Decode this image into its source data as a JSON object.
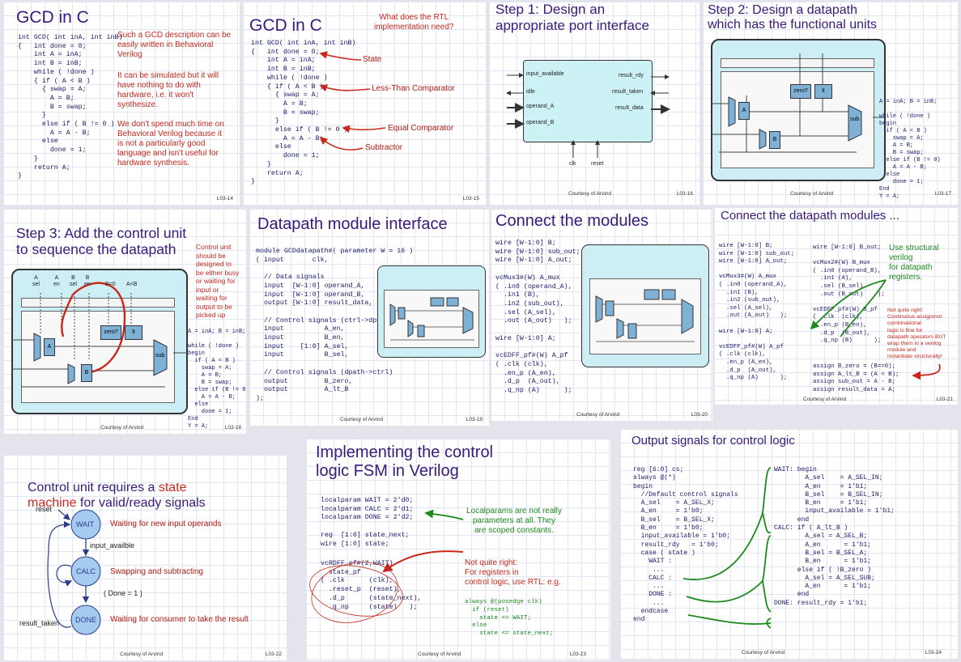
{
  "slides": {
    "s14": {
      "title": "GCD  in C",
      "code": "int GCD( int inA, int inB)\n{   int done = 0;\n    int A = inA;\n    int B = inB;\n    while ( !done )\n    { if ( A < B )\n      { swap = A;\n        A = B;\n        B = swap;\n      }\n      else if ( B != 0 )\n        A = A - B;\n      else\n        done = 1;\n    }\n    return A;\n}",
      "note1": "Such a GCD description can be\neasily written in Behavioral\nVerilog",
      "note2": "It can be simulated but it will\nhave nothing to do with\nhardware, i.e. it won't\nsynthesize.",
      "note3": "We don't spend much time on\nBehavioral Verilog because it\nis not a particularly good\nlanguage and isn't useful for\nhardware synthesis.",
      "number": "L03-14"
    },
    "s15": {
      "title": "GCD  in C",
      "question": "What does the RTL\nimplementation need?",
      "code": "int GCD( int inA, int inB)\n{   int done = 0;\n    int A = inA;\n    int B = inB;\n    while ( !done )\n    { if ( A < B )\n      { swap = A;\n        A = B;\n        B = swap;\n      }\n      else if ( B != 0 )\n        A = A - B;\n      else\n        done = 1;\n    }\n    return A;\n}",
      "labels": [
        "State",
        "Less-Than Comparator",
        "Equal Comparator",
        "Subtractor"
      ],
      "number": "L03-15"
    },
    "s16": {
      "title": "Step 1: Design an\nappropriate port interface",
      "ports_left": [
        "input_available",
        "idle",
        "operand_A",
        "operand_B"
      ],
      "ports_right": [
        "result_rdy",
        "result_taken",
        "result_data"
      ],
      "ports_bottom": [
        "clk",
        "reset"
      ],
      "courtesy": "Courtesy of Arvind",
      "number": "L03-16"
    },
    "s17": {
      "title": "Step 2:  Design a datapath\nwhich has the functional units",
      "blocks": {
        "a": "A",
        "b": "B",
        "zero": "zero?",
        "lt": "lt",
        "sub": "sub"
      },
      "code": "A = inA; B = inB;\n\nwhile ( !done )\nbegin\n  if ( A < B )\n    swap = A;\n    A = B;\n    B = swap;\n  else if (B != 0)\n    A = A - B;\n  else\n    done = 1;\nEnd\nY = A;",
      "courtesy": "Courtesy of Arvind",
      "number": "L03-17"
    },
    "s18": {
      "title": "Step 3: Add the control unit\nto sequence the datapath",
      "note": "Control unit\nshould be\ndesigned to\nbe either busy\nor waiting for\ninput or\nwaiting for\noutput to be\npicked up",
      "signals": [
        "A",
        "sel",
        "A",
        "en",
        "B",
        "sel",
        "B",
        "en",
        "B=0",
        "A<B"
      ],
      "blocks": {
        "a": "A",
        "b": "B",
        "zero": "zero?",
        "lt": "lt",
        "sub": "sub"
      },
      "code": "A = inA; B = inB;\n\nwhile ( !done )\nbegin\n  if ( A < B )\n    swap = A;\n    A = B;\n    B = swap;\n  else if (B != 0)\n    A = A - B;\n  else\n    done = 1;\nEnd\nY = A;",
      "courtesy": "Courtesy of Arvind",
      "number": "L03-18"
    },
    "s19": {
      "title": "Datapath module interface",
      "code": "module GCDdatapath#( parameter W = 16 )\n( input       clk,\n\n  // Data signals\n  input  [W-1:0] operand_A,\n  input  [W-1:0] operand_B,\n  output [W-1:0] result_data,\n\n  // Control signals (ctrl->dpath)\n  input          A_en,\n  input          B_en,\n  input    [1:0] A_sel,\n  input          B_sel,\n\n  // Control signals (dpath->ctrl)\n  output         B_zero,\n  output         A_lt_B\n);",
      "courtesy": "Courtesy of Arvind",
      "number": "L03-19"
    },
    "s20": {
      "title": "Connect the modules",
      "code": "wire [W-1:0] B;\nwire [W-1:0] sub_out;\nwire [W-1:0] A_out;\n\nvcMux3#(W) A_mux\n( .in0 (operand_A),\n  .in1 (B),\n  .in2 (sub_out),\n  .sel (A_sel),\n  .out (A_out)   );\n\nwire [W-1:0] A;\n\nvcEDFF_pf#(W) A_pf\n( .clk (clk),\n  .en_p (A_en),\n  .d_p  (A_out),\n  .q_np (A)      );",
      "courtesy": "Courtesy of Arvind",
      "number": "L03-20"
    },
    "s21": {
      "title": "Connect the datapath modules ...",
      "code_left": "wire [W-1:0] B;\nwire [W-1:0] sub_out;\nwire [W-1:0] A_out;\n\nvcMux3#(W) A_mux\n( .in0 (operand_A),\n  .in1 (B),\n  .in2 (sub_out),\n  .sel (A_sel),\n  .out (A_out)   );\n\nwire [W-1:0] A;\n\nvcEDFF_pf#(W) A_pf\n( .clk (clk),\n  .en_p (A_en),\n  .d_p  (A_out),\n  .q_np (A)      );",
      "code_right_top": "wire [W-1:0] B_out;\n\nvcMux2#(W) B_mux\n( .in0 (operand_B),\n  .in1 (A),\n  .sel (B_sel),\n  .out (B_out)    );\n\nvcEDFF_pf#(W) B_pf\n( .clk  (clk),\n  .en_p (B_en),\n  .d_p  (B_out),\n  .q_np (B)      );",
      "code_right_bottom": "assign B_zero = (B==0);\nassign A_lt_B = (A < B);\nassign sub_out = A - B;\nassign result_data = A;",
      "green_note": "Use structural\nverilog\nfor datapath\nregisters.",
      "red_note": "Not quite right:\nContinuous assignmnt\ncombinational\nlogic is fine for\ndatapath operators BUT\nwrap them in a verilog\nmodule and\ninstantiate structurally!",
      "courtesy": "Courtesy of Arvind",
      "number": "L03-21"
    },
    "s22": {
      "title_part1": "Control unit requires a ",
      "title_part2": "state\nmachine",
      "title_part3": " for valid/ready signals",
      "states": [
        "WAIT",
        "CALC",
        "DONE"
      ],
      "transitions": {
        "reset": "reset",
        "input": "input_availble",
        "done": "( Done = 1 )",
        "taken": "result_taken"
      },
      "descriptions": [
        "Waiting for new input operands",
        "Swapping and subtracting",
        "Waiting for consumer to take the result"
      ],
      "courtesy": "Courtesy of Arvind",
      "number": "L03-22"
    },
    "s23": {
      "title": "Implementing the control\nlogic FSM in Verilog",
      "code1": "localparam WAIT = 2'd0;\nlocalparam CALC = 2'd1;\nlocalparam DONE = 2'd2;\n\nreg  [1:0] state_next;\nwire [1:0] state;",
      "code2": "vcRDFF_pf#(2,WAIT)\n  state_pf\n( .clk      (clk),\n  .reset_p  (reset),\n  .d_p      (state_next),\n  .q_np     (state)   );",
      "green_note": "Localparams are not really\nparameters at all. They\nare scoped constants.",
      "red_note": "Not quite right:\nFor registers in\ncontrol logic, use RTL: e.g.",
      "rtl_code": "always @(posedge clk)\n  if (reset)\n    state <= WAIT;\n  else\n    state <= state_next;",
      "courtesy": "Courtesy of Arvind",
      "number": "L03-23"
    },
    "s24": {
      "title": "Output signals for control logic",
      "code_left": "reg [6:0] cs;\nalways @(*)\nbegin\n  //Default control signals\n  A_sel    = A_SEL_X;\n  A_en     = 1'b0;\n  B_sel    = B_SEL_X;\n  B_en     = 1'b0;\n  input_available = 1'b0;\n  result_rdy   = 1'b0;\n  case ( state )\n    WAIT :\n     ...\n    CALC :\n     ...\n    DONE :\n     ...\n  endcase\nend",
      "code_right": "WAIT: begin\n        A_sel    = A_SEL_IN;\n        A_en     = 1'b1;\n        B_sel    = B_SEL_IN;\n        B_en     = 1'b1;\n        input_available = 1'b1;\n      end\nCALC: if ( A_lt_B )\n        A_sel = A_SEL_B;\n        A_en      = 1'b1;\n        B_sel = B_SEL_A;\n        B_en      = 1'b1;\n      else if ( !B_zero )\n        A_sel = A_SEL_SUB;\n        A_en      = 1'b1;\n      end\nDONE: result_rdy = 1'b1;",
      "courtesy": "Courtesy of Arvind",
      "number": "L03-24"
    }
  }
}
